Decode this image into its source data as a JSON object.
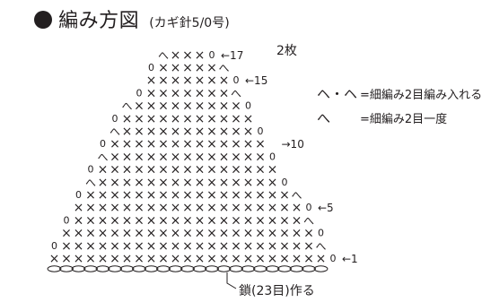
{
  "title": {
    "main": "編み方図",
    "sub": "(カギ針5/0号)"
  },
  "pieces_count": "2枚",
  "legend": [
    {
      "symbol": "ヘ・ヘ",
      "meaning": "=細編み2目編み入れる"
    },
    {
      "symbol": "へ",
      "meaning": "=細編み2目一度"
    }
  ],
  "foundation_label": "鎖(23目)作る",
  "row_markers": [
    {
      "row": 1,
      "text": "←1"
    },
    {
      "row": 5,
      "text": "←5"
    },
    {
      "row": 10,
      "text": "→10"
    },
    {
      "row": 15,
      "text": "←15"
    },
    {
      "row": 17,
      "text": "←17"
    }
  ],
  "stitch_chart": {
    "foundation_chains": 23,
    "total_rows": 17,
    "stitches_per_row": [
      23,
      21,
      21,
      19,
      19,
      17,
      15,
      15,
      13,
      13,
      11,
      11,
      9,
      7,
      7,
      5,
      3
    ],
    "edge_symbols": {
      "stitch": "×",
      "chain": "0",
      "decrease": "へ"
    }
  }
}
